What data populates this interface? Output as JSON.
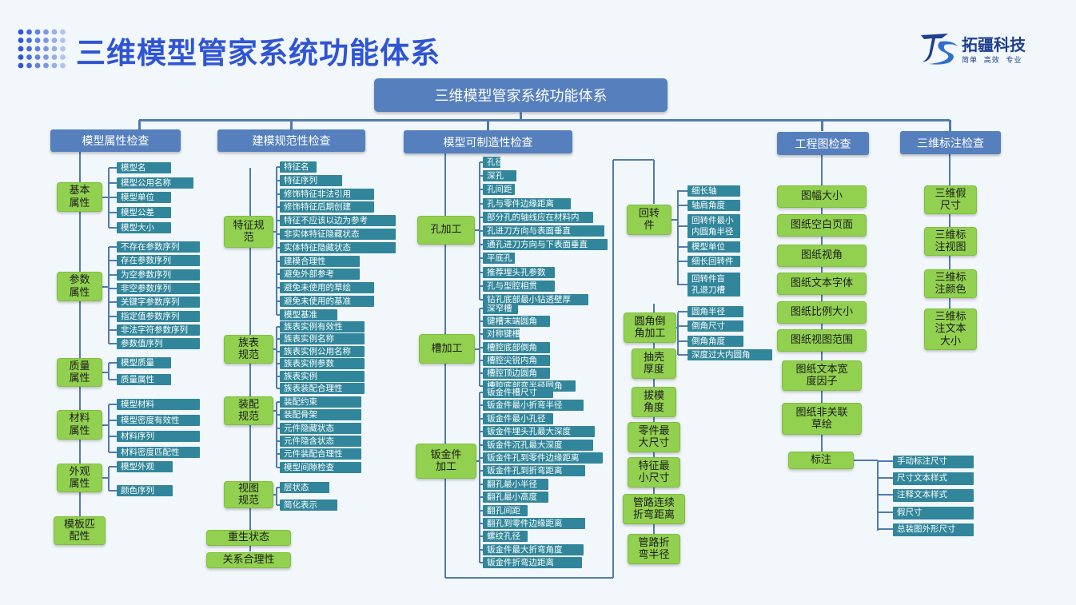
{
  "header": {
    "title": "三维模型管家系统功能体系"
  },
  "logo": {
    "name": "拓疆科技",
    "slogan": "简单  高效  专业"
  },
  "root": {
    "label": "三维模型管家系统功能体系"
  },
  "categories": {
    "c1": "模型属性检查",
    "c2": "建模规范性检查",
    "c3": "模型可制造性检查",
    "c4": "工程图检查",
    "c5": "三维标注检查"
  },
  "col1": {
    "basic": {
      "label": "基本\n属性",
      "items": [
        "模型名",
        "模型公用名称",
        "模型单位",
        "模型公差",
        "模型大小"
      ]
    },
    "param": {
      "label": "参数\n属性",
      "items": [
        "不存在参数序列",
        "存在参数序列",
        "为空参数序列",
        "非空参数序列",
        "关键字参数序列",
        "指定值参数序列",
        "非法字符参数序列",
        "参数值序列"
      ]
    },
    "mass": {
      "label": "质量\n属性",
      "items": [
        "模型质量",
        "质量属性"
      ]
    },
    "material": {
      "label": "材料\n属性",
      "items": [
        "模型材料",
        "模型密度有效性",
        "材料序列",
        "材料密度匹配性"
      ]
    },
    "appearance": {
      "label": "外观\n属性",
      "items": [
        "模型外观",
        "颜色序列"
      ]
    },
    "template": {
      "label": "模板匹\n配性"
    }
  },
  "col2": {
    "feature": {
      "label": "特征规\n范",
      "items": [
        "特征名",
        "特征序列",
        "修饰特征非法引用",
        "修饰特征后期创建",
        "特征不应该以边为参考",
        "非实体特征隐藏状态",
        "实体特征隐藏状态",
        "建模合理性",
        "避免外部参考",
        "避免未使用的草绘",
        "避免未使用的基准",
        "模型基准"
      ]
    },
    "family": {
      "label": "族表\n规范",
      "items": [
        "族表实例有效性",
        "族表实例名称",
        "族表实例公用名称",
        "族表实例参数",
        "族表实例",
        "族表装配合理性"
      ]
    },
    "assembly": {
      "label": "装配\n规范",
      "items": [
        "装配约束",
        "装配骨架",
        "元件隐藏状态",
        "元件隐含状态",
        "元件装配合理性",
        "模型间隙检查"
      ]
    },
    "view": {
      "label": "视图\n规范",
      "items": [
        "层状态",
        "简化表示"
      ]
    },
    "extra": [
      "重生状态",
      "关系合理性"
    ]
  },
  "col3": {
    "hole": {
      "label": "孔加工",
      "items": [
        "孔径",
        "深孔",
        "孔间距",
        "孔与零件边缘距离",
        "部分孔的轴线应在材料内",
        "孔进刀方向与表面垂直",
        "通孔进刀方向与下表面垂直",
        "平底孔",
        "推荐埋头孔参数",
        "孔与型腔相贯",
        "钻孔底部最小钻透壁厚"
      ]
    },
    "slot": {
      "label": "槽加工",
      "items": [
        "深窄槽",
        "键槽末端圆角",
        "对称键槽",
        "槽腔底部倒角",
        "槽腔尖锐内角",
        "槽腔顶边圆角",
        "槽腔底部变半径圆角"
      ]
    },
    "sheet": {
      "label": "钣金件\n加工",
      "items": [
        "钣金件槽尺寸",
        "钣金件最小折弯半径",
        "钣金件最小孔径",
        "钣金件埋头孔最大深度",
        "钣金件沉孔最大深度",
        "钣金件孔到零件边缘距离",
        "钣金件孔到折弯距离",
        "翻孔最小半径",
        "翻孔最小高度",
        "翻孔间距",
        "翻孔到零件边缘距离",
        "螺纹孔径",
        "钣金件最大折弯角度",
        "钣金件折弯边距离"
      ]
    }
  },
  "col4": {
    "rotary": {
      "label": "回转\n件",
      "items": [
        "细长轴",
        "轴肩角度",
        "回转件最小\n内圆角半径",
        "模型单位",
        "细长回转件",
        "回转件盲\n孔退刀槽"
      ]
    },
    "fillet": {
      "label": "圆角倒\n角加工",
      "items": [
        "圆角半径",
        "倒角尺寸",
        "倒角角度",
        "深度过大内圆角"
      ]
    },
    "others": [
      "抽壳\n厚度",
      "拔模\n角度",
      "零件最\n大尺寸",
      "特征最\n小尺寸",
      "管路连续\n折弯距离",
      "管路折\n弯半径"
    ]
  },
  "col5": {
    "items": [
      "图幅大小",
      "图纸空白页面",
      "图纸视角",
      "图纸文本字体",
      "图纸比例大小",
      "图纸视图范围",
      "图纸文本宽\n度因子",
      "图纸非关联\n草绘"
    ],
    "annotation": {
      "label": "标注",
      "items": [
        "手动标注尺寸",
        "尺寸文本样式",
        "注释文本样式",
        "假尺寸",
        "总装图外形尺寸"
      ]
    }
  },
  "col6": {
    "items": [
      "三维假\n尺寸",
      "三维标\n注视图",
      "三维标\n注颜色",
      "三维标\n注文本\n大小"
    ]
  },
  "colors": {
    "category": "#5680bd",
    "green": "#92d050",
    "teal": "#31869b",
    "line": "#4f7bb0",
    "title": "#2f55d4"
  }
}
